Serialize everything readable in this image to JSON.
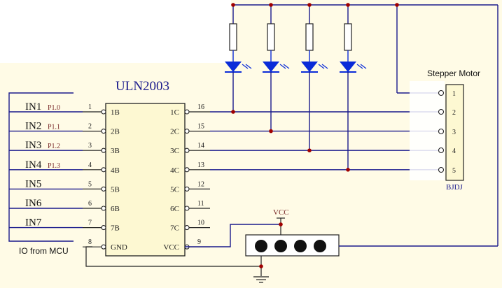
{
  "colors": {
    "background_panel": "#fffbe6",
    "wire": "#1a1a8c",
    "led": "#0a2bd8",
    "junction": "#a00000",
    "pin_number": "#222222",
    "port_label": "#7a2a2a",
    "chip_fill": "#fdf8d2"
  },
  "chip": {
    "title": "ULN2003",
    "left_pins": [
      {
        "num": "1",
        "label": "1B"
      },
      {
        "num": "2",
        "label": "2B"
      },
      {
        "num": "3",
        "label": "3B"
      },
      {
        "num": "4",
        "label": "4B"
      },
      {
        "num": "5",
        "label": "5B"
      },
      {
        "num": "6",
        "label": "6B"
      },
      {
        "num": "7",
        "label": "7B"
      },
      {
        "num": "8",
        "label": "GND"
      }
    ],
    "right_pins": [
      {
        "num": "16",
        "label": "1C"
      },
      {
        "num": "15",
        "label": "2C"
      },
      {
        "num": "14",
        "label": "3C"
      },
      {
        "num": "13",
        "label": "4C"
      },
      {
        "num": "12",
        "label": "5C"
      },
      {
        "num": "11",
        "label": "6C"
      },
      {
        "num": "10",
        "label": "7C"
      },
      {
        "num": "9",
        "label": "VCC"
      }
    ]
  },
  "inputs": [
    {
      "name": "IN1",
      "port": "P1.0"
    },
    {
      "name": "IN2",
      "port": "P1.1"
    },
    {
      "name": "IN3",
      "port": "P1.2"
    },
    {
      "name": "IN4",
      "port": "P1.3"
    },
    {
      "name": "IN5",
      "port": ""
    },
    {
      "name": "IN6",
      "port": ""
    },
    {
      "name": "IN7",
      "port": ""
    }
  ],
  "io_label": "IO from MCU",
  "motor": {
    "title": "Stepper Motor",
    "pins": [
      "1",
      "2",
      "3",
      "4",
      "5"
    ],
    "ref": "BJDJ"
  },
  "power": {
    "vcc_label": "VCC"
  }
}
